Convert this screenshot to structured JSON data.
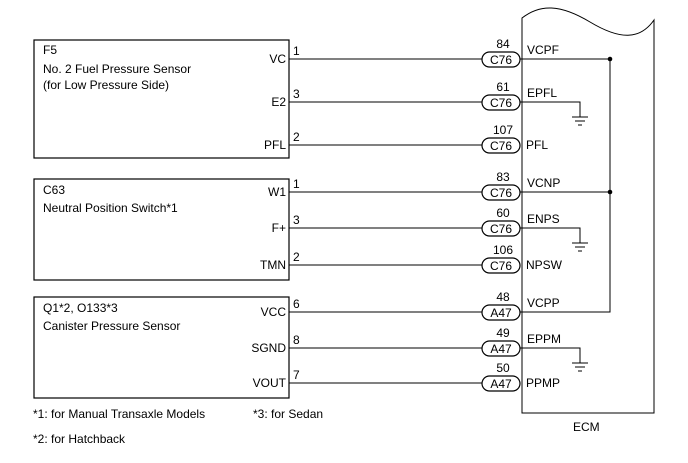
{
  "components": [
    {
      "ref": "F5",
      "name_lines": [
        "No. 2 Fuel Pressure Sensor",
        "(for Low Pressure Side)"
      ],
      "pins": [
        {
          "label": "VC",
          "pin": "1",
          "ecm_pin": "84",
          "connector": "C76",
          "ecm_signal": "VCPF"
        },
        {
          "label": "E2",
          "pin": "3",
          "ecm_pin": "61",
          "connector": "C76",
          "ecm_signal": "EPFL"
        },
        {
          "label": "PFL",
          "pin": "2",
          "ecm_pin": "107",
          "connector": "C76",
          "ecm_signal": "PFL"
        }
      ]
    },
    {
      "ref": "C63",
      "name_lines": [
        "Neutral Position Switch*1"
      ],
      "pins": [
        {
          "label": "W1",
          "pin": "1",
          "ecm_pin": "83",
          "connector": "C76",
          "ecm_signal": "VCNP"
        },
        {
          "label": "F+",
          "pin": "3",
          "ecm_pin": "60",
          "connector": "C76",
          "ecm_signal": "ENPS"
        },
        {
          "label": "TMN",
          "pin": "2",
          "ecm_pin": "106",
          "connector": "C76",
          "ecm_signal": "NPSW"
        }
      ]
    },
    {
      "ref": "Q1*2, O133*3",
      "name_lines": [
        "Canister Pressure Sensor"
      ],
      "pins": [
        {
          "label": "VCC",
          "pin": "6",
          "ecm_pin": "48",
          "connector": "A47",
          "ecm_signal": "VCPP"
        },
        {
          "label": "SGND",
          "pin": "8",
          "ecm_pin": "49",
          "connector": "A47",
          "ecm_signal": "EPPM"
        },
        {
          "label": "VOUT",
          "pin": "7",
          "ecm_pin": "50",
          "connector": "A47",
          "ecm_signal": "PPMP"
        }
      ]
    }
  ],
  "ecm_label": "ECM",
  "notes": [
    "*1: for Manual Transaxle Models",
    "*3: for Sedan",
    "*2: for Hatchback"
  ]
}
